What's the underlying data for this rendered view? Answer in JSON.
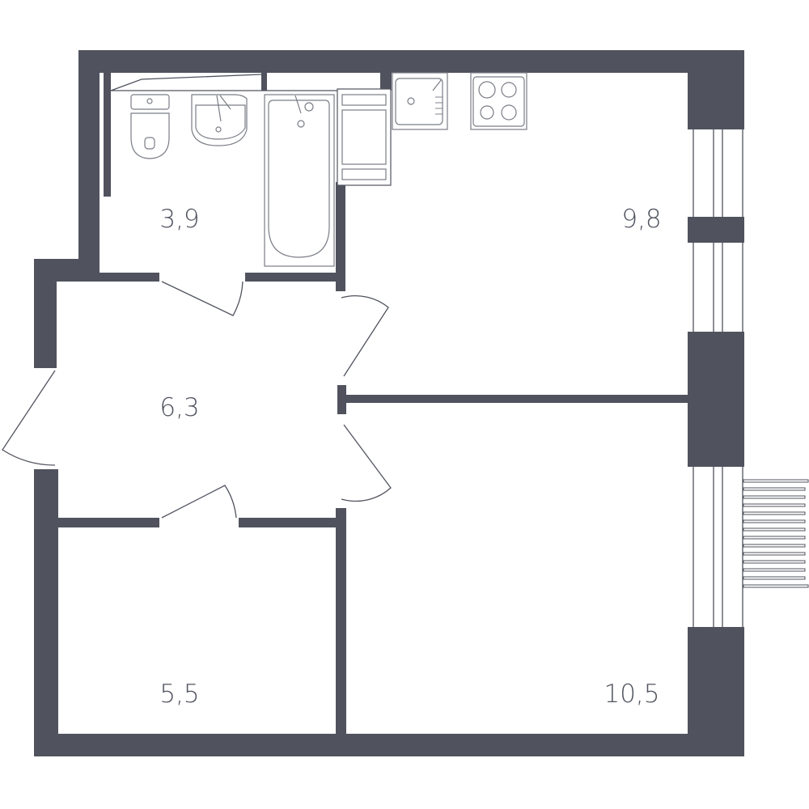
{
  "plan": {
    "wall_color": "#50535e",
    "rooms": [
      {
        "id": "bathroom",
        "area": "3,9"
      },
      {
        "id": "kitchen",
        "area": "9,8"
      },
      {
        "id": "hallway",
        "area": "6,3"
      },
      {
        "id": "storage-room",
        "area": "5,5"
      },
      {
        "id": "living-room",
        "area": "10,5"
      }
    ]
  }
}
